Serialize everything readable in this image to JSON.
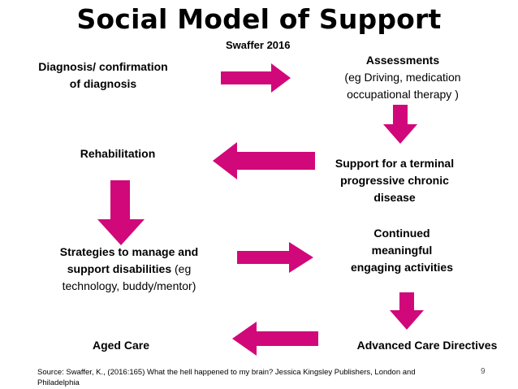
{
  "title": "Social Model of Support",
  "subtitle": "Swaffer 2016",
  "colors": {
    "arrow": "#D1087A",
    "text": "#000000"
  },
  "nodes": {
    "diagnosis": {
      "lines": [
        "Diagnosis/ confirmation",
        "of diagnosis"
      ]
    },
    "assessments": {
      "heading": "Assessments",
      "detail_lines": [
        "(eg Driving, medication",
        "occupational therapy )"
      ]
    },
    "rehabilitation": {
      "lines": [
        "Rehabilitation"
      ]
    },
    "terminal_support": {
      "lines": [
        "Support for a terminal",
        "progressive chronic",
        "disease"
      ]
    },
    "strategies": {
      "line1": "Strategies to manage and",
      "line2_bold": "support disabilities",
      "line2_rest": " (eg",
      "line3": "technology, buddy/mentor)"
    },
    "continued": {
      "lines": [
        "Continued",
        "meaningful",
        "engaging activities"
      ]
    },
    "aged_care": {
      "lines": [
        "Aged Care"
      ]
    },
    "advanced_care": {
      "lines": [
        "Advanced Care Directives"
      ]
    }
  },
  "arrows": [
    {
      "name": "arrow-diagnosis-to-assessments",
      "direction": "right"
    },
    {
      "name": "arrow-assessments-to-terminal",
      "direction": "down"
    },
    {
      "name": "arrow-terminal-to-rehabilitation",
      "direction": "left"
    },
    {
      "name": "arrow-rehabilitation-to-strategies",
      "direction": "down"
    },
    {
      "name": "arrow-strategies-to-continued",
      "direction": "right"
    },
    {
      "name": "arrow-continued-to-advanced",
      "direction": "down"
    },
    {
      "name": "arrow-advanced-to-aged",
      "direction": "left"
    }
  ],
  "footer": {
    "source": "Source: Swaffer, K., (2016:165) What the hell happened to my brain? Jessica Kingsley Publishers, London and Philadelphia",
    "page_number": "9"
  }
}
